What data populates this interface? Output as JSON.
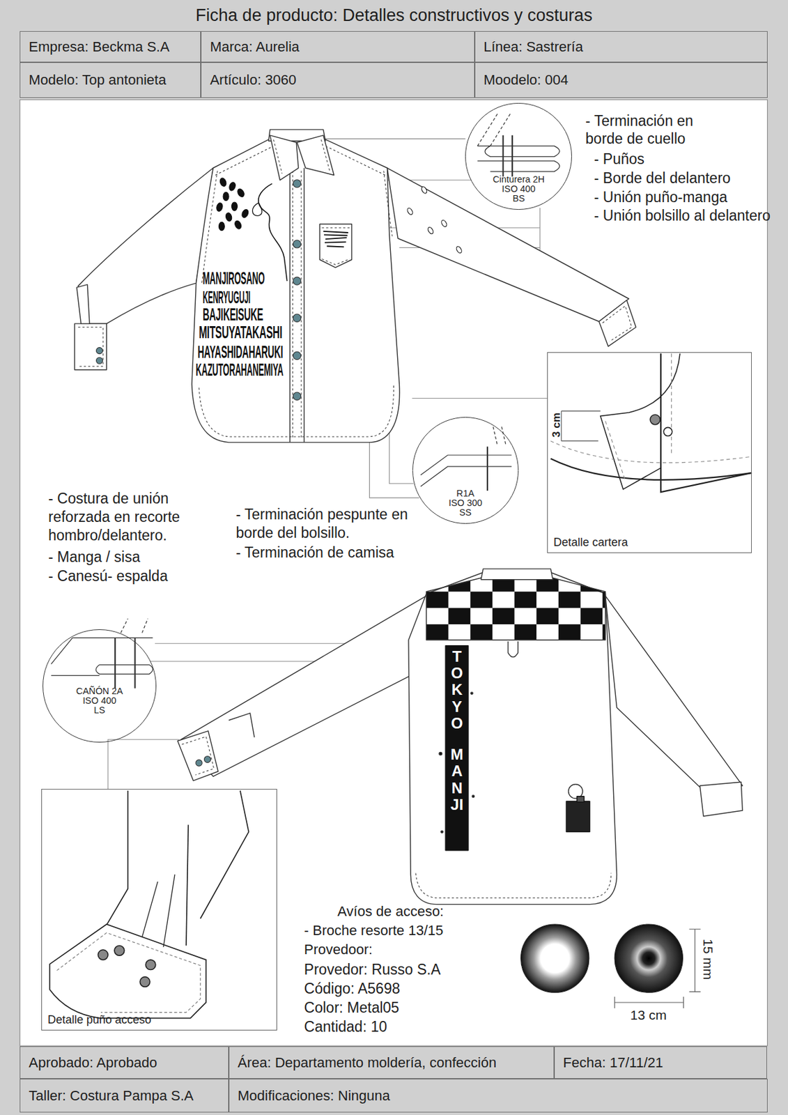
{
  "diagram": {
    "title": "Ficha de producto: Detalles constructivos y costuras",
    "nodes": [
      {
        "text": [
          "Empresa: Beckma S.A"
        ]
      },
      {
        "text": [
          "Marca: Aurelia"
        ]
      },
      {
        "text": [
          "Línea: Sastrería"
        ]
      },
      {
        "text": [
          "Modelo: Top antonieta"
        ]
      },
      {
        "text": [
          "Artículo: 3060"
        ]
      },
      {
        "text": [
          "Moodelo: 004"
        ]
      },
      {
        "text": [
          "Cinturera 2H",
          "ISO 400",
          "BS"
        ]
      },
      {
        "text": [
          "Detalle cartera"
        ]
      },
      {
        "text": [
          "R1A",
          "ISO 300",
          "SS"
        ]
      },
      {
        "text": [
          "CAÑÓN 2A",
          "ISO 400",
          "LS"
        ]
      },
      {
        "text": [
          "Detalle puño acceso"
        ]
      },
      {
        "text": [
          "Aprobado: Aprobado"
        ]
      },
      {
        "text": [
          "Área: Departamento moldería, confección"
        ]
      },
      {
        "text": [
          "Fecha: 17/11/21"
        ]
      },
      {
        "text": [
          "Taller: Costura Pampa S.A"
        ]
      },
      {
        "text": [
          "Modificaciones: Ninguna"
        ]
      }
    ],
    "labels": [
      "- Terminación en borde de cuello",
      "- Puños",
      "- Borde del delantero",
      "- Unión puño-manga",
      "- Unión bolsillo al delantero",
      "- Costura de unión reforzada en recorte hombro/delantero.",
      "- Manga / sisa",
      "- Canesú- espalda",
      "- Terminación pespunte en borde del bolsillo.",
      "- Terminación de camisa",
      "MANJIROSANO",
      "KENRYUGUJI",
      "BAJIKEISUKE",
      "MITSUYATAKASHI",
      "HAYASHIDAHARUKI",
      "KAZUTORAHANEMIYA",
      "TOKYO",
      "MANJI",
      "Avíos de acceso:",
      "- Broche resorte 13/15",
      "Provedoor:",
      "Provedor: Russo S.A",
      "Código: A5698",
      "Color: Metal05",
      "Cantidad: 10",
      "15 mm",
      "13 cm",
      "3 cm"
    ]
  }
}
